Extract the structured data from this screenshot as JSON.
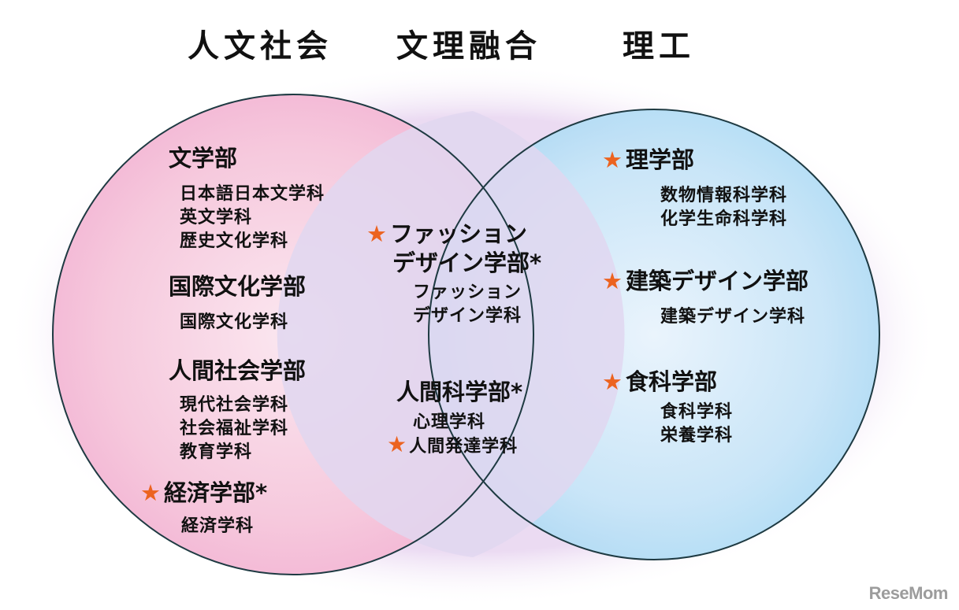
{
  "headings": {
    "left": "人文社会",
    "center": "文理融合",
    "right": "理工"
  },
  "colors": {
    "left_fill": "#f3b5d4",
    "right_fill": "#a9d8f3",
    "overlap_fill": "#ddd3ee",
    "circle_stroke": "#1e3a42",
    "star": "#ec6320"
  },
  "star_glyph": "★",
  "left": {
    "f1": {
      "name": "文学部",
      "depts": [
        "日本語日本文学科",
        "英文学科",
        "歴史文化学科"
      ]
    },
    "f2": {
      "name": "国際文化学部",
      "depts": [
        "国際文化学科"
      ]
    },
    "f3": {
      "name": "人間社会学部",
      "depts": [
        "現代社会学科",
        "社会福祉学科",
        "教育学科"
      ]
    },
    "f4": {
      "name": "経済学部*",
      "starred": true,
      "depts": [
        "経済学科"
      ]
    }
  },
  "center": {
    "f1": {
      "name_line1": "ファッション",
      "name_line2": "デザイン学部*",
      "starred": true,
      "dept_line1": "ファッション",
      "dept_line2": "デザイン学科"
    },
    "f2": {
      "name": "人間科学部*",
      "dept1": "心理学科",
      "dept2": "人間発達学科",
      "dept2_starred": true
    }
  },
  "right": {
    "f1": {
      "name": "理学部",
      "starred": true,
      "depts": [
        "数物情報科学科",
        "化学生命科学科"
      ]
    },
    "f2": {
      "name": "建築デザイン学部",
      "starred": true,
      "depts": [
        "建築デザイン学科"
      ]
    },
    "f3": {
      "name": "食科学部",
      "starred": true,
      "depts": [
        "食科学科",
        "栄養学科"
      ]
    }
  },
  "watermark": "ReseMom"
}
